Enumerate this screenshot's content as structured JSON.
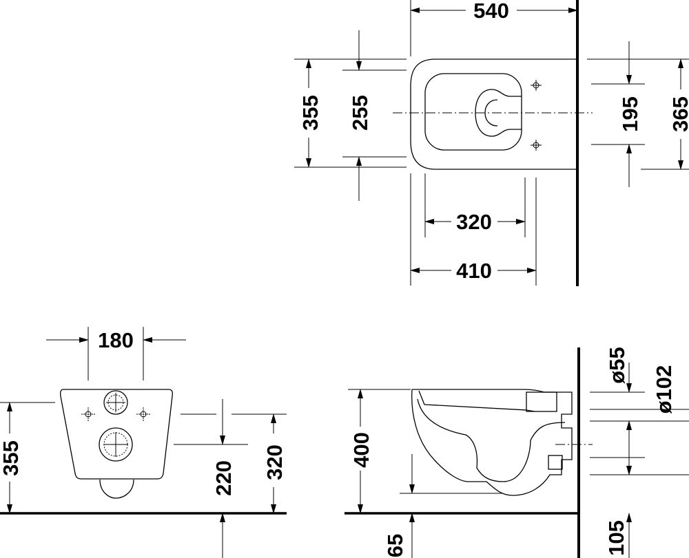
{
  "plan_view": {
    "width_total": "540",
    "seat_width": "355",
    "seat_inner_width": "255",
    "fixing_spacing": "195",
    "outer_width": "365",
    "seat_length": "320",
    "projection": "410"
  },
  "front_view": {
    "bolt_spacing": "180",
    "overall_height": "355",
    "outlet_height": "220",
    "fixing_height": "320"
  },
  "side_view": {
    "height": "400",
    "floor_clearance": "65",
    "connector_small": "ø55",
    "connector_large": "ø102",
    "rear_dim": "105"
  }
}
